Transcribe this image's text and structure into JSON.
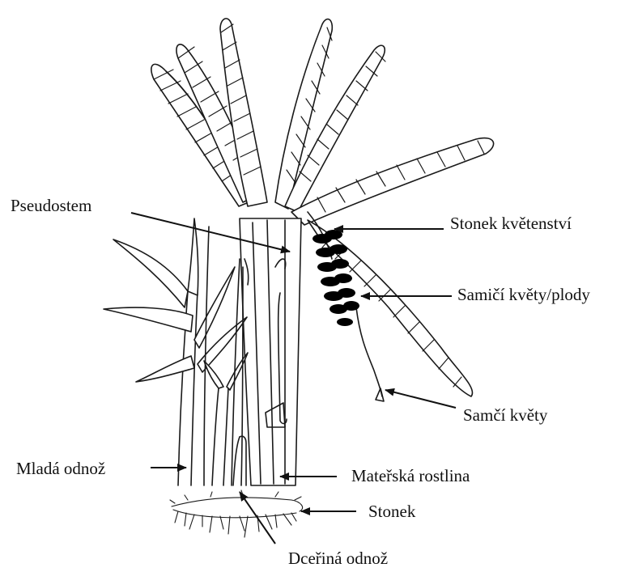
{
  "labels": {
    "pseudostem": "Pseudostem",
    "inflorescence_stalk": "Stonek květenství",
    "female_flowers": "Samičí květy/plody",
    "male_flowers": "Samčí květy",
    "young_sucker": "Mladá odnož",
    "mother_plant": "Mateřská rostlina",
    "corm": "Stonek",
    "daughter_sucker": "Dceřiná odnož"
  },
  "colors": {
    "ink": "#111111",
    "background": "#ffffff"
  }
}
